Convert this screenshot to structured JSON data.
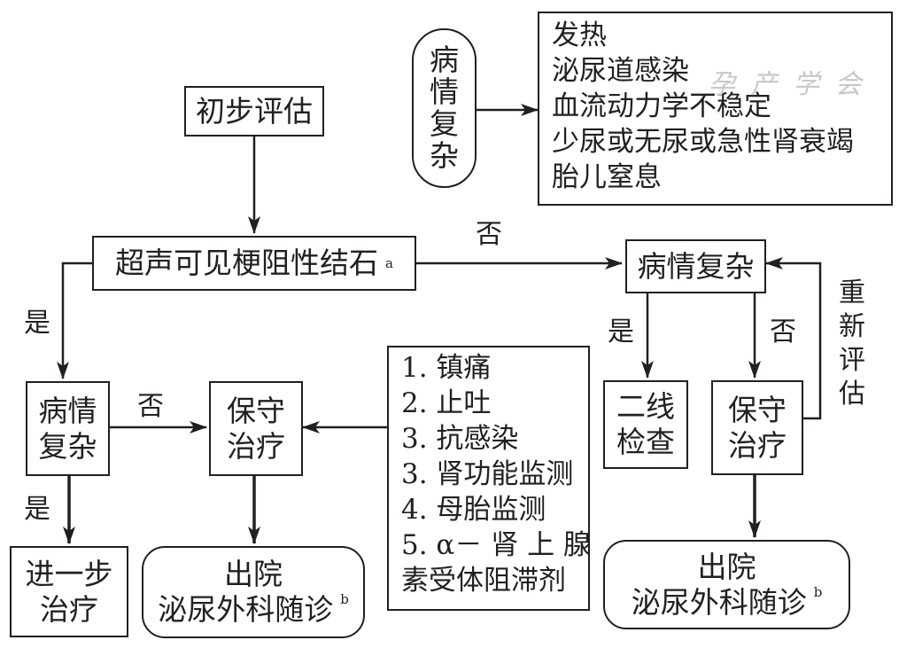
{
  "nodes": {
    "initial_eval": "初步评估",
    "ultrasound": "超声可见梗阻性结石",
    "ultrasound_sup": "a",
    "complex_left": [
      "病情",
      "复杂"
    ],
    "conservative_left": [
      "保守",
      "治疗"
    ],
    "further_treatment": [
      "进一步",
      "治疗"
    ],
    "discharge_left": {
      "line1": "出院",
      "line2": "泌尿外科随诊",
      "sup": "b"
    },
    "complex_top": [
      "病",
      "情",
      "复",
      "杂"
    ],
    "complex_right": "病情复杂",
    "second_line": [
      "二线",
      "检查"
    ],
    "conservative_right": [
      "保守",
      "治疗"
    ],
    "discharge_right": {
      "line1": "出院",
      "line2": "泌尿外科随诊",
      "sup": "b"
    }
  },
  "complex_conditions": [
    "发热",
    "泌尿道感染",
    "血流动力学不稳定",
    "少尿或无尿或急性肾衰竭",
    "胎儿窒息"
  ],
  "treatment_list": [
    "1. 镇痛",
    "2. 止吐",
    "3. 抗感染",
    "3. 肾功能监测",
    "4. 母胎监测",
    "5. α－ 肾 上 腺",
    "素受体阻滞剂"
  ],
  "labels": {
    "no_top": "否",
    "yes_left": "是",
    "no_left": "否",
    "yes_left_bottom": "是",
    "yes_right": "是",
    "no_right": "否",
    "reassess": [
      "重",
      "新",
      "评",
      "估"
    ]
  },
  "watermark": "孕 产 学 会"
}
